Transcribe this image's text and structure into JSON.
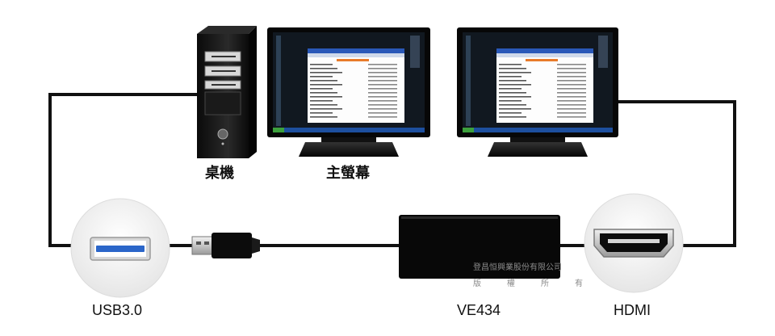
{
  "labels": {
    "usb": "USB3.0",
    "adapter": "VE434",
    "hdmi": "HDMI",
    "desktop": "桌機",
    "main_monitor": "主螢幕"
  },
  "watermark": {
    "line1": "登昌恒興業股份有限公司",
    "line2": "版權所有"
  },
  "colors": {
    "cable": "#111111",
    "usb_port_blue": "#2b66c9",
    "screen_blue": "#1d4f9e",
    "desktop_wallpaper": "#111820"
  }
}
